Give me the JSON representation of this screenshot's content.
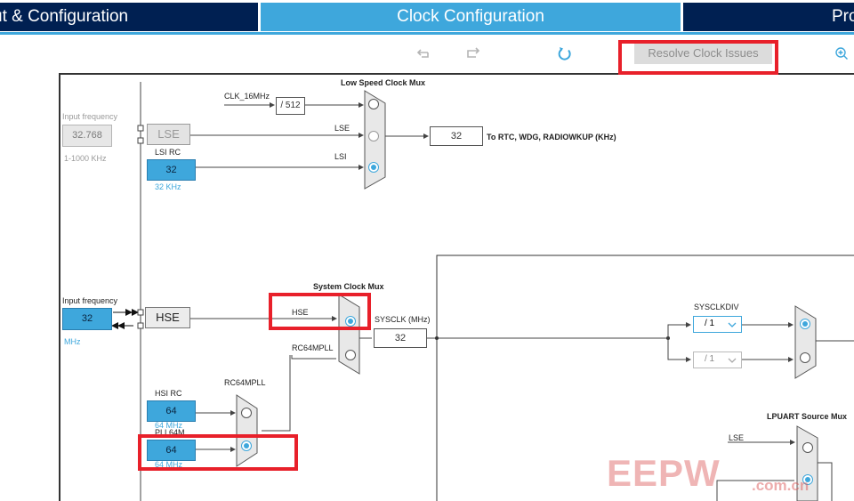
{
  "tabs": {
    "left": "ut & Configuration",
    "center": "Clock Configuration",
    "right": "Pro"
  },
  "toolbar": {
    "undo_icon": "undo-icon",
    "redo_icon": "redo-icon",
    "refresh_icon": "refresh-icon",
    "zoom_icon": "zoom-in-icon",
    "resolve_label": "Resolve Clock Issues"
  },
  "lse_input": {
    "label": "Input frequency",
    "value": "32.768",
    "range": "1-1000 KHz",
    "source": "LSE"
  },
  "lsi": {
    "label": "LSI RC",
    "value": "32",
    "unit": "32 KHz"
  },
  "low_speed_mux": {
    "title": "Low Speed Clock Mux",
    "clk16_label": "CLK_16MHz",
    "div_value": "/ 512",
    "lse_label": "LSE",
    "lsi_label": "LSI",
    "output_value": "32",
    "output_label": "To RTC, WDG, RADIOWKUP (KHz)"
  },
  "hse_input": {
    "label": "Input frequency",
    "value": "32",
    "unit": "MHz",
    "source": "HSE"
  },
  "system_mux": {
    "title": "System Clock Mux",
    "hse_label": "HSE",
    "rc64_label": "RC64MPLL",
    "sysclk_label": "SYSCLK (MHz)",
    "sysclk_value": "32"
  },
  "rc64mpll": {
    "title": "RC64MPLL",
    "hsi_label": "HSI RC",
    "hsi_value": "64",
    "hsi_unit": "64 MHz",
    "pll_label": "PLL64M",
    "pll_value": "64",
    "pll_unit": "64 MHz"
  },
  "sysclkdiv": {
    "title": "SYSCLKDIV",
    "option1": "/ 1",
    "option2": "/ 1"
  },
  "lpuart": {
    "title": "LPUART Source Mux",
    "lse_label": "LSE"
  },
  "watermark": {
    "main": "EEPW",
    "domain": ".com.cn"
  },
  "colors": {
    "accent": "#3ea7dc",
    "navy": "#002052",
    "highlight": "#e8202a"
  }
}
